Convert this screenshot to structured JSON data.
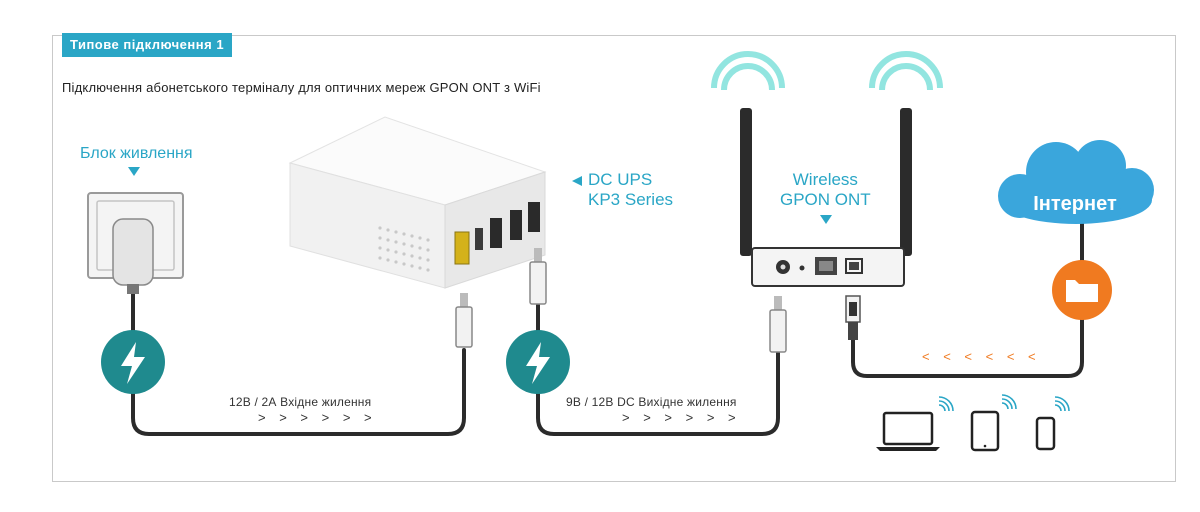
{
  "header": {
    "tag": "Типове підключення 1"
  },
  "subtitle": "Підключення абонетського терміналу для оптичних мереж GPON ONT з WiFi",
  "labels": {
    "power_supply": "Блок живлення",
    "ups_line1": "DC UPS",
    "ups_line2": "KP3 Series",
    "ont_line1": "Wireless",
    "ont_line2": "GPON ONT",
    "internet": "Інтернет",
    "input_power": "12В / 2А Вхідне жилення",
    "output_power": "9В / 12В DC Вихідне жилення"
  },
  "arrows": {
    "right": "> > > > > >",
    "left": "< < < < < <"
  },
  "colors": {
    "accent_teal": "#2aa6c6",
    "dark_teal": "#1f8a8e",
    "orange": "#f07a20",
    "cloud": "#3aa6dc",
    "cable": "#2b2b2b"
  },
  "icons": [
    "lightning-icon",
    "lightning-icon",
    "folder-icon",
    "cloud-icon",
    "wifi-icon",
    "laptop-icon",
    "tablet-icon",
    "phone-icon"
  ]
}
